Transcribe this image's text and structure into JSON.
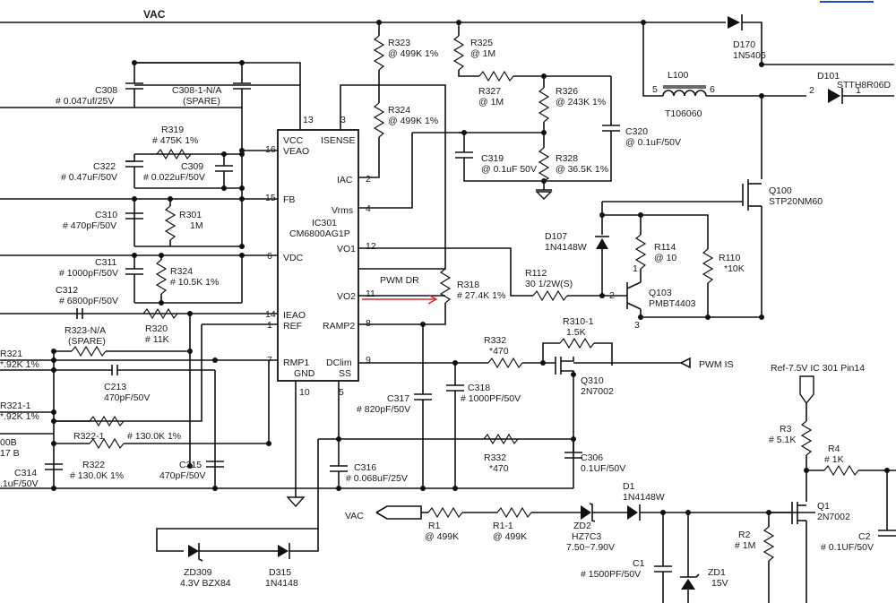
{
  "header": {
    "vac": "VAC"
  },
  "ic": {
    "ref": "IC301",
    "part": "CM6800AG1P",
    "pins": {
      "vcc": "VCC",
      "veao": "VEAO",
      "isense": "ISENSE",
      "iac": "IAC",
      "fb": "FB",
      "vrms": "Vrms",
      "vdc": "VDC",
      "vo1": "VO1",
      "vo2": "VO2",
      "ieao": "IEAO",
      "ref": "REF",
      "ramp2": "RAMP2",
      "rmp1": "RMP1",
      "gnd": "GND",
      "dclim": "DClim",
      "ss": "SS"
    },
    "pin_numbers": {
      "p13": "13",
      "p3": "3",
      "p16": "16",
      "p2": "2",
      "p15": "15",
      "p4": "4",
      "p6": "6",
      "p12": "12",
      "p11": "11",
      "p8": "8",
      "p14": "14",
      "p1": "1",
      "p7": "7",
      "p9": "9",
      "p10": "10",
      "p5": "5"
    }
  },
  "components": {
    "r323": {
      "ref": "R323",
      "val": "@ 499K 1%"
    },
    "r325": {
      "ref": "R325",
      "val": "@ 1M"
    },
    "r327": {
      "ref": "R327",
      "val": "@ 1M"
    },
    "r326": {
      "ref": "R326",
      "val": "@ 243K 1%"
    },
    "r324a": {
      "ref": "R324",
      "val": "@ 499K 1%"
    },
    "c319": {
      "ref": "C319",
      "val": "@ 0.1uF 50V"
    },
    "r328": {
      "ref": "R328",
      "val": "@ 36.5K 1%"
    },
    "c320": {
      "ref": "C320",
      "val": "@ 0.1uF/50V"
    },
    "c308": {
      "ref": "C308",
      "val": "# 0.047uf/25V"
    },
    "c3081": {
      "ref": "C308-1-N/A",
      "val": "(SPARE)"
    },
    "r319": {
      "ref": "R319",
      "val": "# 475K 1%"
    },
    "c322": {
      "ref": "C322",
      "val": "# 0.47uF/50V"
    },
    "c309": {
      "ref": "C309",
      "val": "# 0.022uF/50V"
    },
    "c310": {
      "ref": "C310",
      "val": "# 470pF/50V"
    },
    "r301": {
      "ref": "R301",
      "val": "1M"
    },
    "c311": {
      "ref": "C311",
      "val": "# 1000pF/50V"
    },
    "r324b": {
      "ref": "R324",
      "val": "# 10.5K 1%"
    },
    "c312": {
      "ref": "C312",
      "val": "# 6800pF/50V"
    },
    "r323na": {
      "ref": "R323-N/A",
      "val": "(SPARE)"
    },
    "r320": {
      "ref": "R320",
      "val": "# 11K"
    },
    "r321": {
      "ref": "R321",
      "val": "*.92K 1%"
    },
    "c213": {
      "ref": "C213",
      "val": "470pF/50V"
    },
    "r3211": {
      "ref": "R321-1",
      "val": "*.92K 1%"
    },
    "r3221": {
      "ref": "R322-1",
      "val": "# 130.0K 1%"
    },
    "d0b": {
      "ref": "00B",
      "val": "17 B"
    },
    "c314": {
      "ref": "C314",
      "val": ".1uF/50V"
    },
    "r322": {
      "ref": "R322",
      "val": "# 130.0K 1%"
    },
    "c315": {
      "ref": "C315",
      "val": "470pF/50V"
    },
    "c316": {
      "ref": "C316",
      "val": "# 0.068uF/25V"
    },
    "c317": {
      "ref": "C317",
      "val": "# 820pF/50V"
    },
    "c318": {
      "ref": "C318",
      "val": "# 1000PF/50V"
    },
    "r332a": {
      "ref": "R332",
      "val": "*470"
    },
    "r332b": {
      "ref": "R332",
      "val": "*470"
    },
    "c306": {
      "ref": "C306",
      "val": "0.1UF/50V"
    },
    "r3101": {
      "ref": "R310-1",
      "val": "1.5K"
    },
    "q310": {
      "ref": "Q310",
      "val": "2N7002"
    },
    "r318": {
      "ref": "R318",
      "val": "# 27.4K 1%"
    },
    "r112": {
      "ref": "R112",
      "val": "30 1/2W(S)"
    },
    "d107": {
      "ref": "D107",
      "val": "1N4148W"
    },
    "r114": {
      "ref": "R114",
      "val": "@ 10"
    },
    "r110": {
      "ref": "R110",
      "val": "*10K"
    },
    "q103": {
      "ref": "Q103",
      "val": "PMBT4403"
    },
    "q100": {
      "ref": "Q100",
      "val": "STP20NM60"
    },
    "l100": {
      "ref": "L100",
      "val": "T106060"
    },
    "d170": {
      "ref": "D170",
      "val": "1N5406"
    },
    "d101": {
      "ref": "D101",
      "val": "STTH8R06D"
    },
    "zd309": {
      "ref": "ZD309",
      "val": "4.3V BZX84"
    },
    "d315": {
      "ref": "D315",
      "val": "1N4148"
    },
    "r1": {
      "ref": "R1",
      "val": "@ 499K"
    },
    "r11": {
      "ref": "R1-1",
      "val": "@ 499K"
    },
    "zd2": {
      "ref": "ZD2",
      "val": "HZ7C3"
    },
    "zd2v": {
      "val": "7.50~7.90V"
    },
    "d1": {
      "ref": "D1",
      "val": "1N4148W"
    },
    "c1": {
      "ref": "C1",
      "val": "# 1500PF/50V"
    },
    "zd1": {
      "ref": "ZD1",
      "val": "15V"
    },
    "r2": {
      "ref": "R2",
      "val": "# 1M"
    },
    "r3": {
      "ref": "R3",
      "val": "# 5.1K"
    },
    "r4": {
      "ref": "R4",
      "val": "# 1K"
    },
    "q1": {
      "ref": "Q1",
      "val": "2N7002"
    },
    "c2": {
      "ref": "C2",
      "val": "# 0.1UF/50V"
    }
  },
  "nets": {
    "pwm_dr": "PWM DR",
    "pwm_is": "PWM IS",
    "vac_in": "VAC",
    "ref_note": "Ref-7.5V IC 301 Pin14",
    "l100_p5": "5",
    "l100_p6": "6",
    "d101_p2": "2",
    "d101_p1": "1",
    "q103_p1": "1",
    "q103_p2": "2",
    "q103_p3": "3"
  },
  "colors": {
    "ink": "#111111",
    "arrow": "#d42a2a",
    "corner_bar": "#1b4fbf",
    "paper": "#ffffff"
  }
}
